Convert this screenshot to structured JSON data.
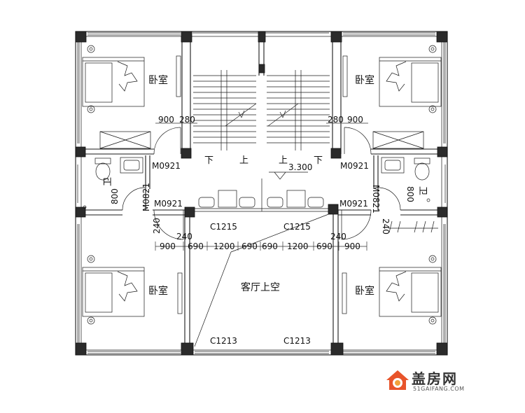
{
  "rooms": {
    "bedroom": "卧室",
    "bathroom": "卫",
    "void": "客厅上空"
  },
  "stairs": {
    "down": "下",
    "up": "上",
    "level": "3.300"
  },
  "doors": {
    "main": "M0921",
    "bath": "M0821"
  },
  "windows": {
    "balcony": "C1215",
    "front": "C1213"
  },
  "dims": {
    "d900": "900",
    "d280": "280",
    "d240": "240",
    "d690": "690",
    "d1200": "1200",
    "d800": "800"
  },
  "logo": {
    "name": "盖房网",
    "site": "51GAIFANG.COM",
    "brand_color": "#e8542a"
  }
}
